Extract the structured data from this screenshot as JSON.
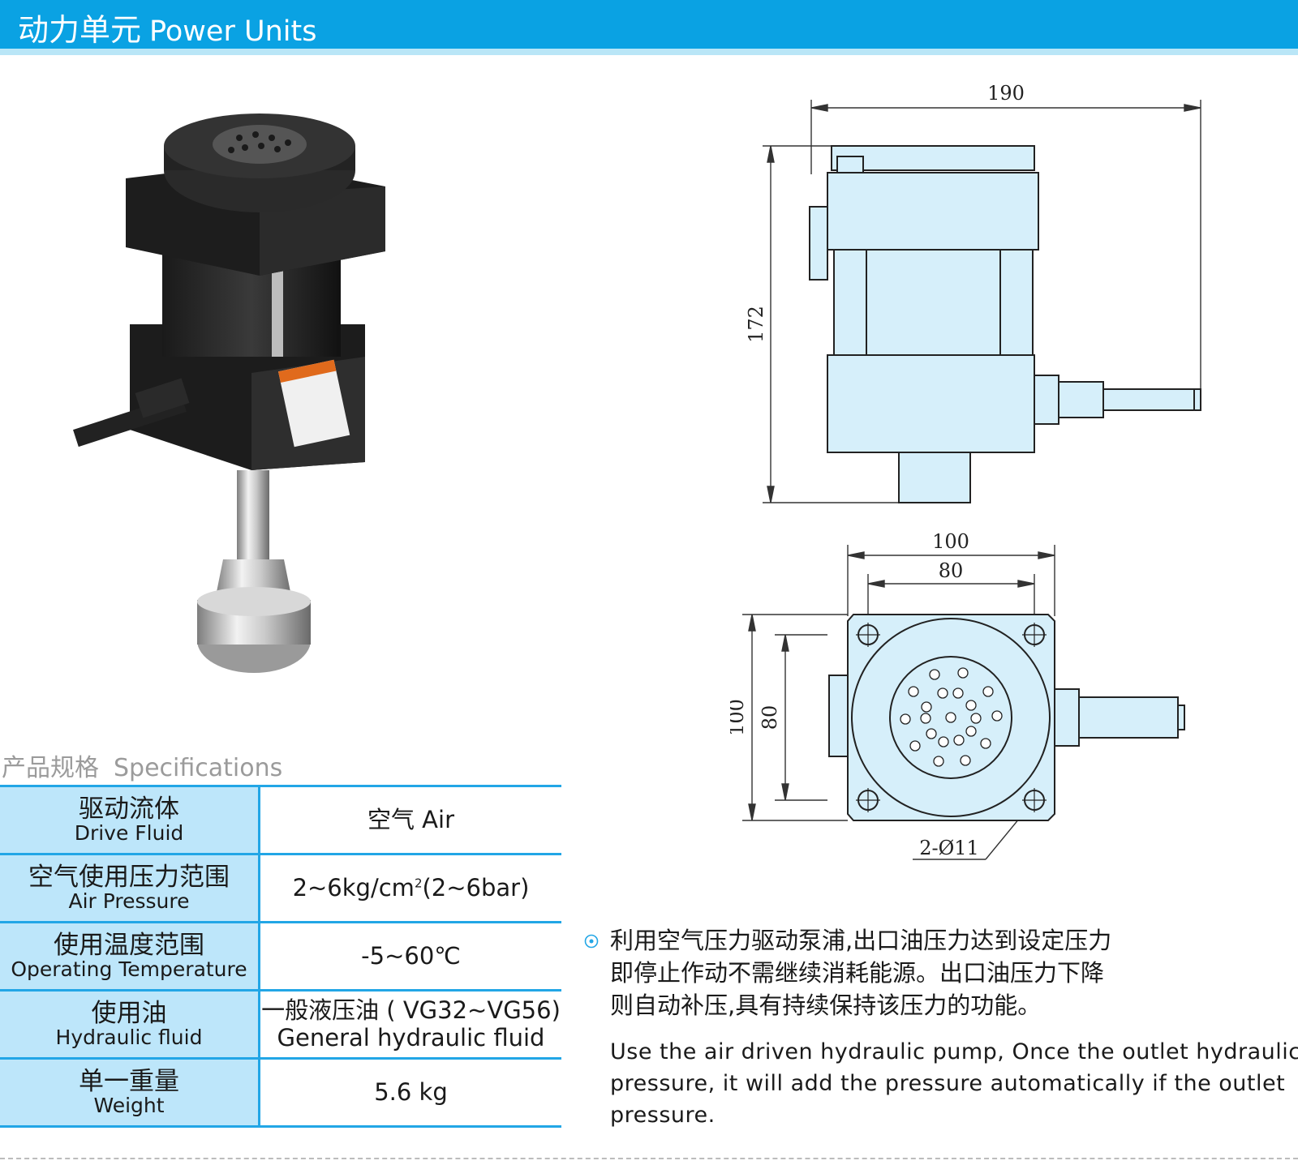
{
  "header": {
    "title_zh": "动力单元",
    "title_en": "Power Units",
    "bar_color": "#0aa2e3"
  },
  "drawings": {
    "side_view": {
      "width_dim": "190",
      "height_dim": "172"
    },
    "top_view": {
      "outer_width_dim": "100",
      "inner_width_dim": "80",
      "outer_height_dim": "100",
      "inner_height_dim": "80",
      "hole_callout": "2-Ø11"
    },
    "fill_color": "#d6effa"
  },
  "specs": {
    "heading_zh": "产品规格",
    "heading_en": "Specifications",
    "rows": [
      {
        "label_zh": "驱动流体",
        "label_en": "Drive Fluid",
        "value": "空气  Air"
      },
      {
        "label_zh": "空气使用压力范围",
        "label_en": "Air Pressure",
        "value_pre": "2~6kg/cm",
        "value_sup": "2",
        "value_post": "(2~6bar)"
      },
      {
        "label_zh": "使用温度范围",
        "label_en": "Operating Temperature",
        "value": "-5~60℃"
      },
      {
        "label_zh": "使用油",
        "label_en": "Hydraulic fluid",
        "value": "一般液压油 ( VG32~VG56)",
        "value_line2": "General hydraulic fluid"
      },
      {
        "label_zh": "单一重量",
        "label_en": "Weight",
        "value": "5.6 kg"
      }
    ]
  },
  "description": {
    "zh_lines": [
      "利用空气压力驱动泵浦,出口油压力达到设定压力",
      "即停止作动不需继续消耗能源。出口油压力下降",
      "则自动补压,具有持续保持该压力的功能。"
    ],
    "en_lines": [
      "Use the air driven hydraulic pump, Once the outlet hydraulic",
      "pressure, it will add the pressure automatically if the outlet",
      "pressure."
    ]
  }
}
